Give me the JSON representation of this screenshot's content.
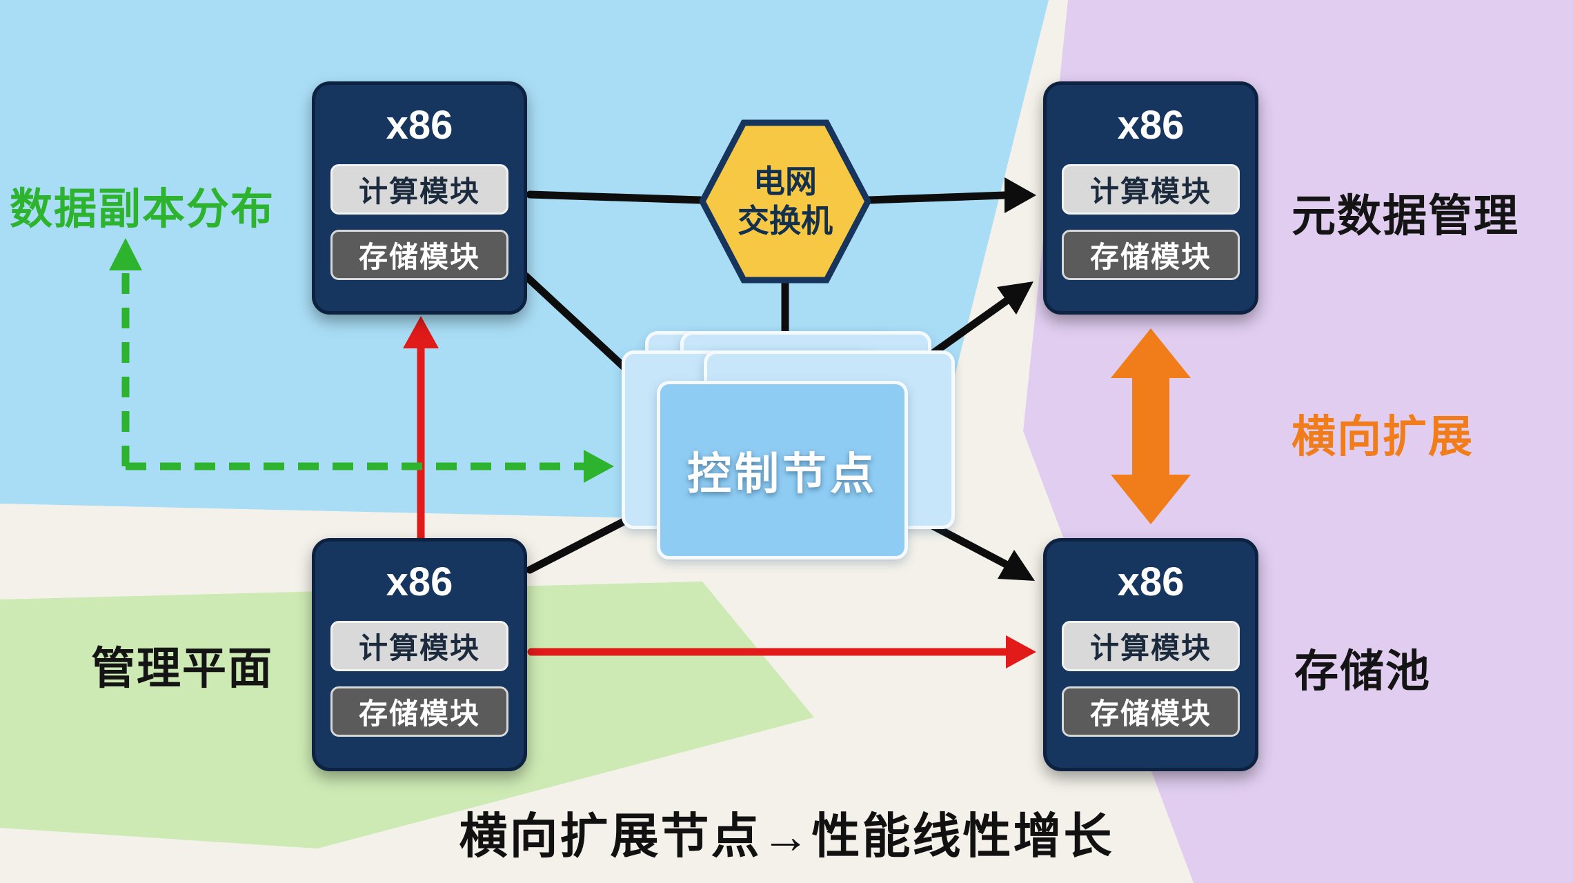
{
  "colors": {
    "bg_base": "#f4f1ea",
    "bg_blue": "#a9ddf6",
    "bg_purple": "#e0cdf0",
    "bg_green": "#cdeab4",
    "node_fill": "#16355f",
    "compute_fill": "#d9d9d9",
    "storage_fill": "#5b5b5b",
    "hexagon_fill": "#f6c844",
    "stack_fill": "#8fccf3",
    "stack_back_fill": "#c8e6fa",
    "arrow_black": "#0d0d0d",
    "arrow_red": "#e11a1a",
    "arrow_green": "#2db32d",
    "arrow_orange": "#f07d1a",
    "label_green": "#2db32d",
    "label_orange": "#f07d1a"
  },
  "nodes": {
    "top_left": {
      "title": "x86",
      "compute": "计算模块",
      "storage": "存储模块"
    },
    "top_right": {
      "title": "x86",
      "compute": "计算模块",
      "storage": "存储模块"
    },
    "bottom_left": {
      "title": "x86",
      "compute": "计算模块",
      "storage": "存储模块"
    },
    "bottom_right": {
      "title": "x86",
      "compute": "计算模块",
      "storage": "存储模块"
    }
  },
  "switch": {
    "line1": "电网",
    "line2": "交换机"
  },
  "control_node": {
    "label": "控制节点"
  },
  "labels": {
    "data_replica": "数据副本分布",
    "metadata": "元数据管理",
    "scale_out": "横向扩展",
    "mgmt_plane": "管理平面",
    "storage_pool": "存储池",
    "caption": "横向扩展节点→性能线性增长"
  }
}
